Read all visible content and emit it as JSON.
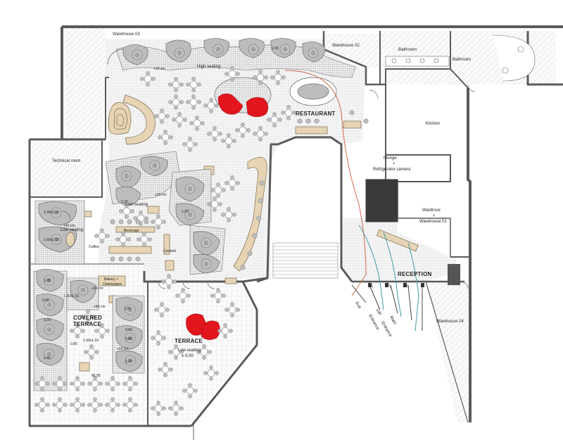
{
  "rooms": {
    "warehouse03": "Warehouse 03",
    "warehouse02": "Warehouse 02",
    "warehouse04": "Warehouse 04",
    "bathroom1": "Bathroom",
    "bathroom2": "Bathroom",
    "kitchen": "Kitchen",
    "technical": "Technical room",
    "plonge": "Plonge",
    "plus1": "+",
    "refrigerator": "Refrigerator camera",
    "wardrobe": "Wardrove",
    "plus2": "+",
    "warehouse01": "Warehouse 01",
    "restaurant": "RESTAURANT",
    "reception": "RECEPTION",
    "covered_terrace_1": "COVERED",
    "covered_terrace_2": "TERRACE",
    "terrace": "TERRACE",
    "high_seating": "High seating",
    "low_seating_1": "Low seating",
    "low_seating_2": "Low seating",
    "low_seating_terrace": "Low seating",
    "level_terrace": "± 0,00",
    "beverage": "Beverage",
    "coffee": "Coffee",
    "cocktail": "Cocktail",
    "bakery_1": "Bakery +",
    "bakery_2": "Champagne"
  },
  "entrances": {
    "exit": "Exit",
    "vip": "VIP",
    "vip_sub": "Entrance",
    "main": "Main",
    "main_sub": "Entrance"
  },
  "dims": {
    "d1": "+20 cm",
    "d2": "+20 cm",
    "d3": "+40 cm",
    "d4": "+40 cm",
    "d5": "+20 cm",
    "d6": "+20 cm",
    "t1": "1.00",
    "t2": "1.20",
    "t3": "1.20",
    "t4": "1.40x1.10",
    "t5": "1.60x1.10",
    "t6": "1.00",
    "t7": "0.80",
    "t8": "1.30x1.10",
    "t9": "1.20",
    "t10": "1.20",
    "t11": "0.80",
    "t12": "0.80",
    "t13": "1.30x1.10",
    "t14": "1.40",
    "t15": "1.20",
    "t16": "0.80",
    "t17": "86,95"
  },
  "colors": {
    "wall": "#6e6e6e",
    "floor_dot": "#ebebeb",
    "floor_hatch": "#d6d6d6",
    "seat": "#a9a9a9",
    "wood": "#e6d4b4",
    "accent": "#e3151d",
    "path_red": "#d26a4a",
    "path_teal": "#3f9aa6"
  }
}
